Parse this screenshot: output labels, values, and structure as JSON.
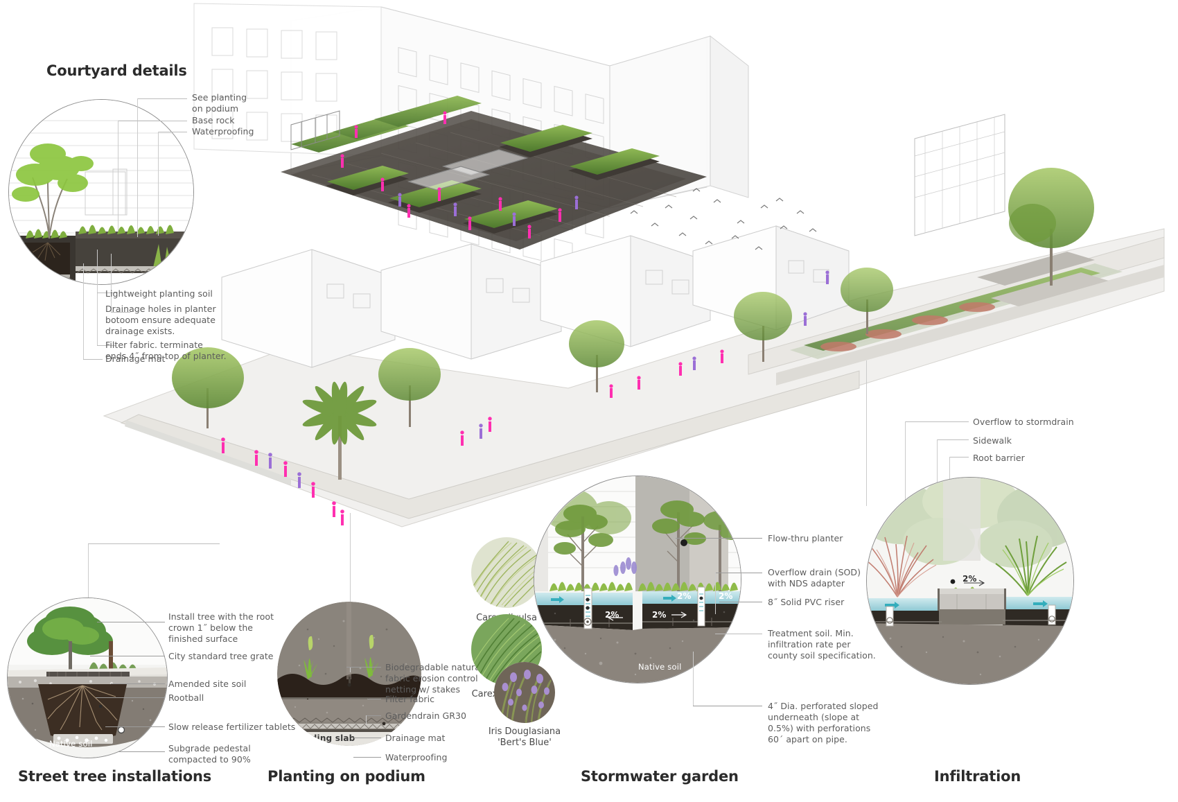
{
  "document": {
    "type": "landscape-architecture-axonometric-detail-sheet"
  },
  "sections": {
    "courtyard": {
      "title": "Courtyard details",
      "callouts_top": [
        "See planting\non podium",
        "Base rock",
        "Waterproofing"
      ],
      "callouts_bottom": [
        "Lightweight planting soil",
        "Drainage holes in planter\nbotoom ensure adequate\ndrainage exists.",
        "Filter fabric. terminate\nends 4˝ from top of planter.",
        "Drainage mat"
      ]
    },
    "street_tree": {
      "title": "Street tree installations",
      "callouts": [
        "Install tree with the root\ncrown 1˝ below the\nfinished surface",
        "City standard tree grate",
        "Amended site soil",
        "Rootball",
        "Slow release fertilizer tablets",
        "Subgrade pedestal\ncompacted to 90%"
      ],
      "inline_labels": [
        "Native soil"
      ]
    },
    "podium": {
      "title": "Planting on podium",
      "callouts": [
        "Biodegradable natural\nfabric erosion control\nnetting w/ stakes",
        "Filter fabric",
        "Gardendrain GR30",
        "Drainage mat",
        "Waterproofing"
      ],
      "inline_labels": [
        "Building slab"
      ]
    },
    "stormwater": {
      "title": "Stormwater garden",
      "callouts": [
        "Flow-thru planter",
        "Overflow drain (SOD)\nwith NDS adapter",
        "8˝ Solid PVC riser",
        "Treatment soil. Min.\ninfiltration rate per\ncounty soil specification.",
        "4˝ Dia. perforated sloped\nunderneath (slope at\n0.5%) with perforations\n60ˊ apart on pipe."
      ],
      "inline_labels": [
        "Native soil"
      ],
      "slope_labels": [
        "2%",
        "2%",
        "2%",
        "2%"
      ],
      "plants": [
        {
          "name": "Carex divulsa"
        },
        {
          "name": "Carex barbarae"
        },
        {
          "name": "Iris Douglasiana\n'Bert's Blue'"
        }
      ]
    },
    "infiltration": {
      "title": "Infiltration",
      "callouts": [
        "Overflow to stormdrain",
        "Sidewalk",
        "Root barrier"
      ],
      "slope_labels": [
        "2%"
      ]
    }
  },
  "colors": {
    "accent_magenta": "#ff2fb0",
    "accent_violet": "#9b6fd6",
    "water_blue": "#9fd5dd",
    "foliage_green": "#7aa641",
    "soil_brown": "#3b2f26",
    "native_soil": "#87807a",
    "line_gray": "#9b9b9b",
    "title_black": "#2b2b2b"
  }
}
